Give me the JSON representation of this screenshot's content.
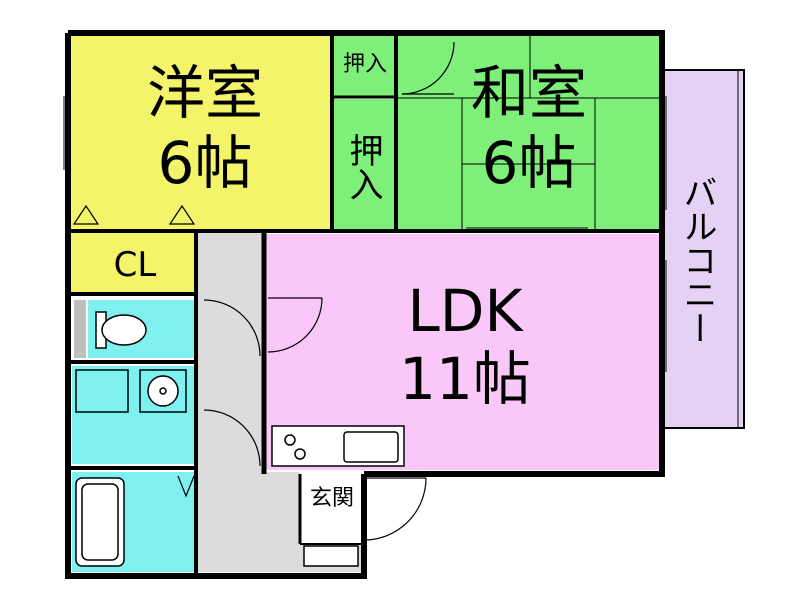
{
  "rooms": {
    "western_room": {
      "name": "洋室",
      "size": "6帖",
      "color": "#f4f46a"
    },
    "japanese_room": {
      "name": "和室",
      "size": "6帖",
      "color": "#7ef07a"
    },
    "ldk": {
      "name": "LDK",
      "size": "11帖",
      "color": "#f9c8f9"
    },
    "closet": {
      "name": "CL",
      "color": "#f4f46a"
    },
    "oshiire_small": {
      "name": "押入",
      "color": "#7ef07a"
    },
    "oshiire_large": {
      "name": "押入",
      "color": "#7ef07a"
    },
    "balcony": {
      "name": "バルコニー",
      "color": "#e4d2f4"
    },
    "entrance": {
      "name": "玄関"
    },
    "wet_area": {
      "color": "#7ef0f0"
    },
    "hallway": {
      "color": "#dcdcdc"
    }
  },
  "colors": {
    "wall": "#000000"
  }
}
